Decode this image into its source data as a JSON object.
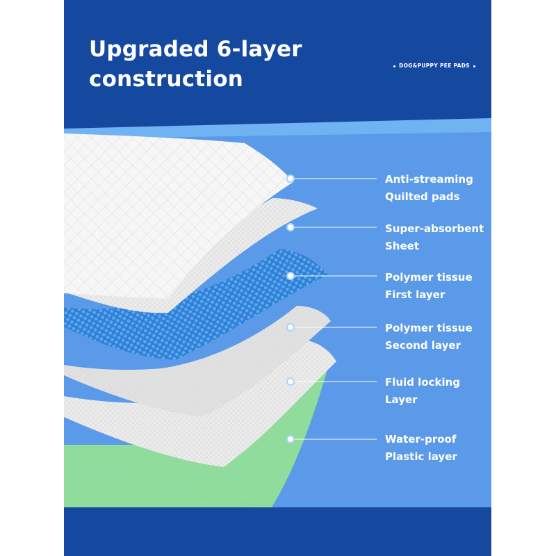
{
  "header": {
    "title_line1": "Upgraded 6-layer",
    "title_line2": "construction",
    "tag": "DOG&PUPPY PEE PADS"
  },
  "layers": [
    {
      "name_line1": "Anti-streaming",
      "name_line2": "Quilted pads"
    },
    {
      "name_line1": "Super-absorbent",
      "name_line2": "Sheet"
    },
    {
      "name_line1": "Polymer tissue",
      "name_line2": "First layer"
    },
    {
      "name_line1": "Polymer tissue",
      "name_line2": "Second layer"
    },
    {
      "name_line1": "Fluid locking",
      "name_line2": "Layer"
    },
    {
      "name_line1": "Water-proof",
      "name_line2": "Plastic layer"
    }
  ],
  "colors": {
    "header_blue": "#1549a0",
    "stage_blue": "#5b9ae8",
    "absorbent_blue": "#3a8de0",
    "waterproof_green": "#8fdc9c",
    "pad_white": "#f4f4f4"
  }
}
